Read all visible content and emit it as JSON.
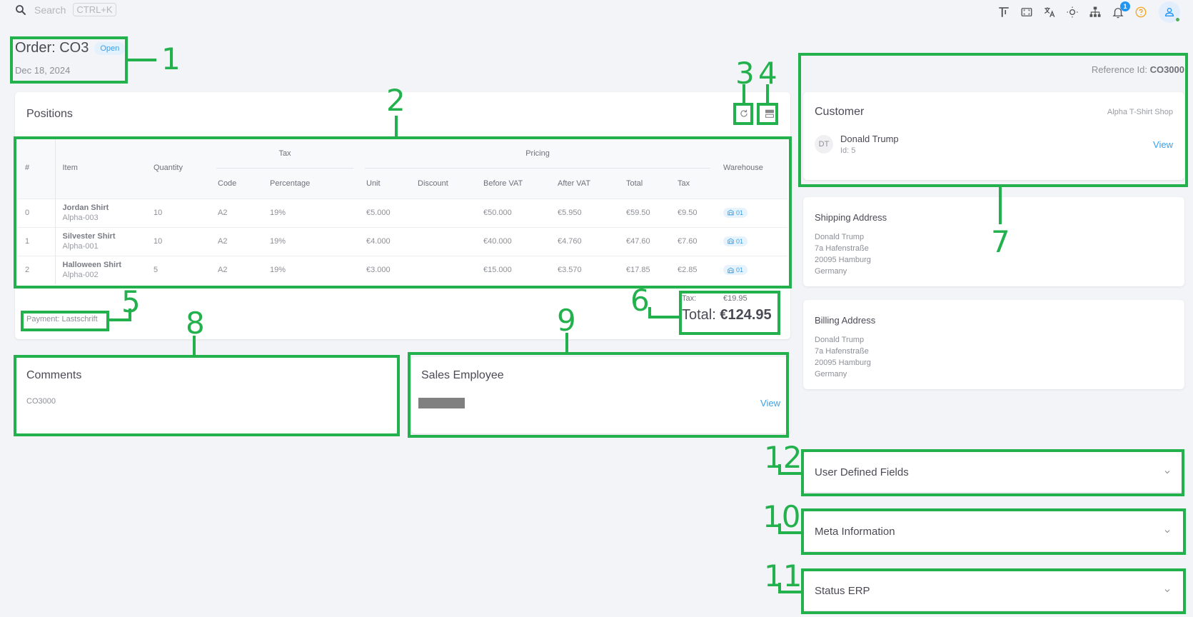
{
  "topbar": {
    "search_placeholder": "Search",
    "search_shortcut": "CTRL+K",
    "icons": [
      "text-height-icon",
      "fullscreen-icon",
      "translate-icon",
      "theme-sun-icon",
      "org-tree-icon",
      "bell-icon",
      "help-icon",
      "user-icon"
    ],
    "notification_count": "1",
    "colors": {
      "help": "#f5a623",
      "accent": "#2196f3",
      "online": "#4caf50"
    }
  },
  "order": {
    "title": "Order: CO3",
    "status": "Open",
    "date": "Dec 18, 2024"
  },
  "positions": {
    "title": "Positions",
    "actions": [
      {
        "name": "refresh-icon"
      },
      {
        "name": "layout-toggle-icon"
      }
    ],
    "headers": {
      "index": "#",
      "item": "Item",
      "quantity": "Quantity",
      "tax_group": "Tax",
      "pricing_group": "Pricing",
      "warehouse": "Warehouse",
      "code": "Code",
      "percentage": "Percentage",
      "unit": "Unit",
      "discount": "Discount",
      "before_vat": "Before VAT",
      "after_vat": "After VAT",
      "total": "Total",
      "tax": "Tax"
    },
    "rows": [
      {
        "index": "0",
        "name": "Jordan Shirt",
        "sku": "Alpha-003",
        "quantity": "10",
        "code": "A2",
        "percentage": "19%",
        "unit": "€5.000",
        "discount": "",
        "before_vat": "€50.000",
        "after_vat": "€5.950",
        "total": "€59.50",
        "tax": "€9.50",
        "warehouse": "01"
      },
      {
        "index": "1",
        "name": "Silvester Shirt",
        "sku": "Alpha-001",
        "quantity": "10",
        "code": "A2",
        "percentage": "19%",
        "unit": "€4.000",
        "discount": "",
        "before_vat": "€40.000",
        "after_vat": "€4.760",
        "total": "€47.60",
        "tax": "€7.60",
        "warehouse": "01"
      },
      {
        "index": "2",
        "name": "Halloween Shirt",
        "sku": "Alpha-002",
        "quantity": "5",
        "code": "A2",
        "percentage": "19%",
        "unit": "€3.000",
        "discount": "",
        "before_vat": "€15.000",
        "after_vat": "€3.570",
        "total": "€17.85",
        "tax": "€2.85",
        "warehouse": "01"
      }
    ],
    "payment": "Payment: Lastschrift",
    "tax_label": "Tax:",
    "tax_value": "€19.95",
    "total_label": "Total:",
    "total_value": "€124.95"
  },
  "comments": {
    "title": "Comments",
    "text": "CO3000"
  },
  "sales_employee": {
    "title": "Sales Employee",
    "view_label": "View"
  },
  "reference": {
    "label": "Reference Id:",
    "value": "CO3000"
  },
  "customer": {
    "title": "Customer",
    "shop": "Alpha T-Shirt Shop",
    "initials": "DT",
    "name": "Donald Trump",
    "id_text": "Id: 5",
    "view_label": "View"
  },
  "shipping_address": {
    "title": "Shipping Address",
    "lines": [
      "Donald Trump",
      "7a Hafenstraße",
      "20095 Hamburg",
      "Germany"
    ]
  },
  "billing_address": {
    "title": "Billing Address",
    "lines": [
      "Donald Trump",
      "7a Hafenstraße",
      "20095 Hamburg",
      "Germany"
    ]
  },
  "accordions": {
    "user_defined": "User Defined Fields",
    "meta": "Meta Information",
    "status_erp": "Status ERP"
  },
  "annotations": [
    "1",
    "2",
    "3",
    "4",
    "5",
    "6",
    "7",
    "8",
    "9",
    "10",
    "11",
    "12"
  ]
}
